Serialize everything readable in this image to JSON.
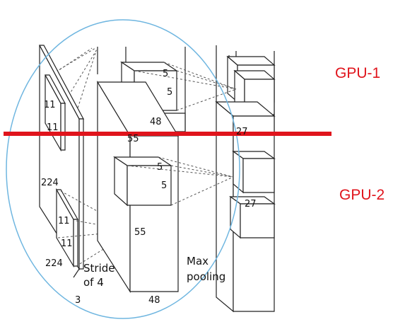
{
  "colors": {
    "divider": "#e0141c",
    "gpu_label": "#e0141c",
    "ellipse": "#6fb6e0",
    "stroke": "#222222"
  },
  "gpu_labels": {
    "gpu1": "GPU-1",
    "gpu2": "GPU-2"
  },
  "input_layer": {
    "size": "224",
    "size_bottom": "224",
    "depth": "3",
    "kernel_top": [
      "11",
      "11"
    ],
    "kernel_bottom": [
      "11",
      "11"
    ],
    "stride_text": [
      "Stride",
      "of 4"
    ]
  },
  "conv1": {
    "top_cube": [
      "5",
      "5"
    ],
    "top_depth": "48",
    "side_size_partial": "55",
    "bottom_cube": [
      "5",
      "5"
    ],
    "bottom_size": "55",
    "bottom_depth": "48",
    "pool_text": [
      "Max",
      "pooling"
    ]
  },
  "conv2": {
    "top_size": "27",
    "bottom_size": "27"
  }
}
